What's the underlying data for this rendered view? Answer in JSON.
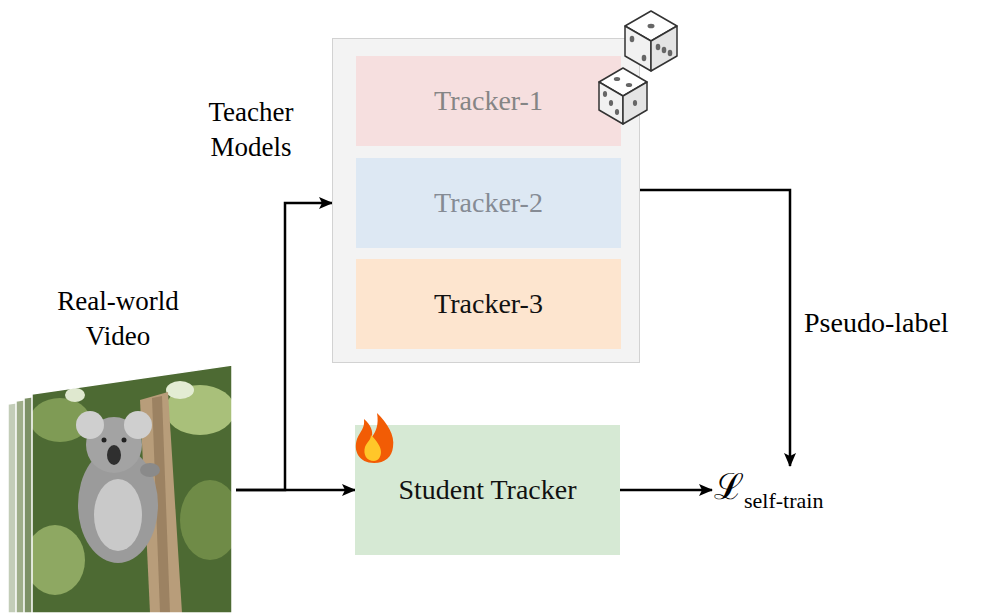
{
  "diagram": {
    "nodes": [
      {
        "text": [
          "Teacher Models"
        ]
      },
      {
        "text": [
          "Tracker-1"
        ],
        "in": 0
      },
      {
        "text": [
          "Tracker-2"
        ],
        "in": 0
      },
      {
        "text": [
          "Tracker-3"
        ],
        "in": 0
      },
      {
        "text": [
          "Real-world Video"
        ]
      },
      {
        "text": [
          "Student Tracker"
        ]
      },
      {
        "text": [
          "ℒ",
          "self-train"
        ]
      }
    ],
    "edges": [
      {
        "from": 4,
        "to": 0,
        "arrow": "to"
      },
      {
        "from": 4,
        "to": 5,
        "arrow": "to"
      },
      {
        "from": 0,
        "to": 6,
        "arrow": "to",
        "label": "Pseudo-label"
      },
      {
        "from": 5,
        "to": 6,
        "arrow": "to"
      }
    ]
  }
}
